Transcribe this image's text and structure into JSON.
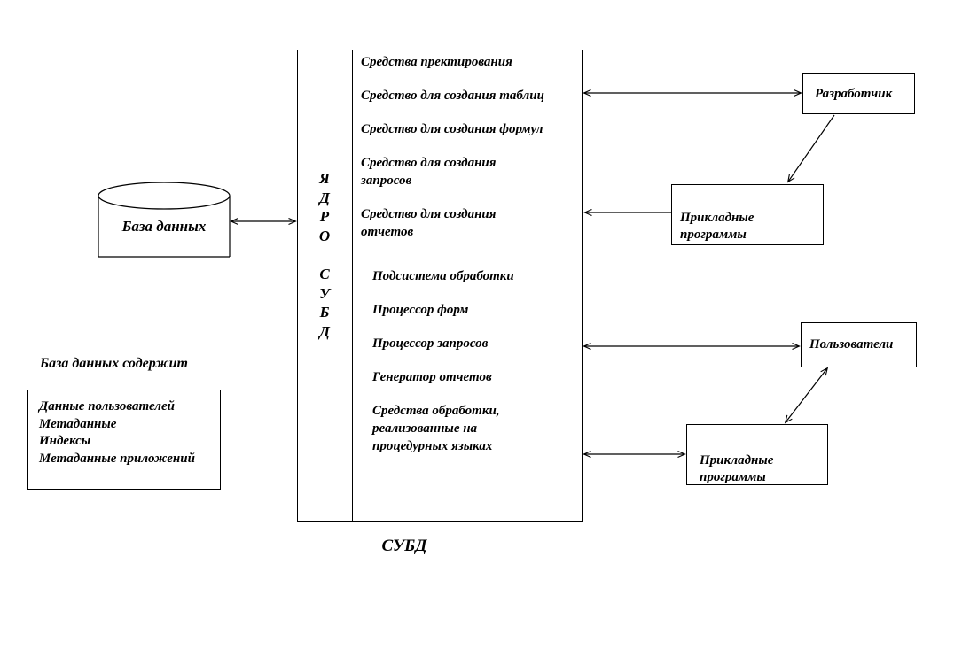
{
  "colors": {
    "line": "#000000",
    "background": "#ffffff",
    "text": "#000000"
  },
  "database": {
    "label": "База данных"
  },
  "core": {
    "vertical_label_top": "Я\nД\nР\nО",
    "vertical_label_bottom": "С\nУ\nБ\nД",
    "caption": "СУБД",
    "design_tools": [
      "Средства пректирования",
      "Средство для создания таблиц",
      "Средство для создания формул",
      "Средство для создания\nзапросов",
      "Средство для создания\nотчетов"
    ],
    "processing_tools": [
      "Подсистема обработки",
      "Процессор форм",
      "Процессор запросов",
      "Генератор отчетов",
      "Средства обработки,\nреализованные на\nпроцедурных языках"
    ]
  },
  "actors": {
    "developer": {
      "label": "Разработчик"
    },
    "app_programs_top": {
      "label": "Прикладные\nпрограммы"
    },
    "users": {
      "label": "Пользователи"
    },
    "app_programs_bottom": {
      "label": "Прикладные\nпрограммы"
    }
  },
  "db_contents": {
    "heading": "База данных содержит",
    "items": [
      "Данные пользователей",
      "Метаданные",
      "Индексы",
      "Метаданные приложений"
    ]
  }
}
